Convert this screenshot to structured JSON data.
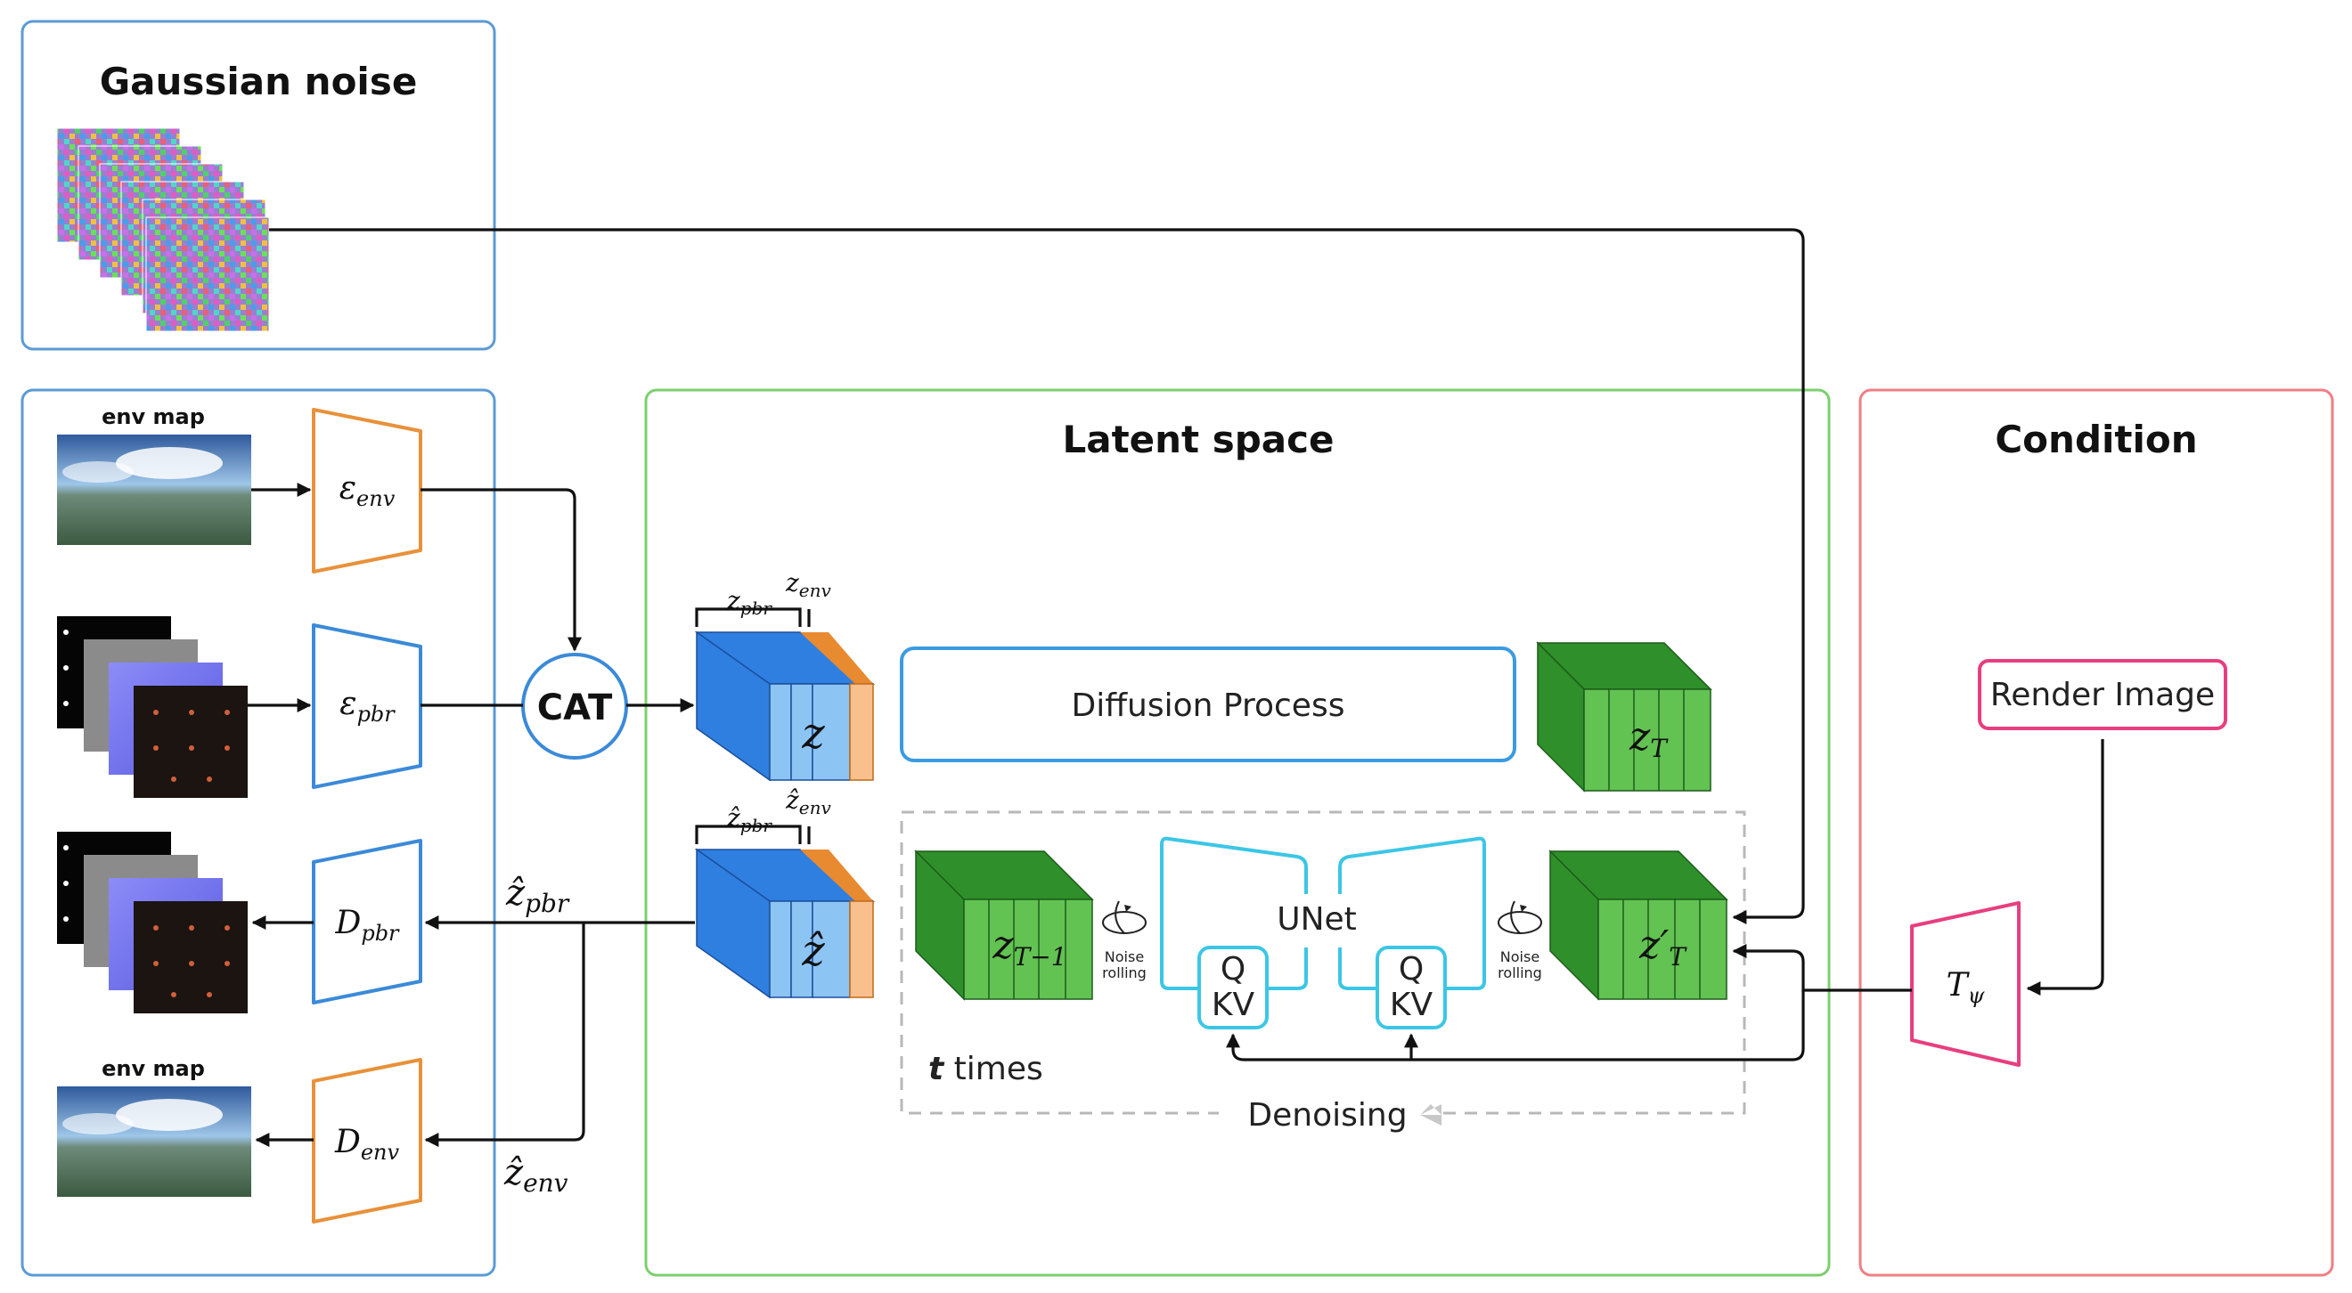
{
  "panels": {
    "gaussian_noise_title": "Gaussian noise",
    "latent_space_title": "Latent space",
    "condition_title": "Condition"
  },
  "inputs": {
    "env_map_top": "env map",
    "env_map_bottom": "env map"
  },
  "encoders": {
    "enc_env": {
      "main": "ε",
      "sub": "env"
    },
    "enc_pbr": {
      "main": "ε",
      "sub": "pbr"
    },
    "dec_pbr": {
      "main": "D",
      "sub": "pbr"
    },
    "dec_env": {
      "main": "D",
      "sub": "env"
    }
  },
  "cat_label": "CAT",
  "latents": {
    "z_pbr": {
      "main": "z",
      "sub": "pbr"
    },
    "z_env": {
      "main": "z",
      "sub": "env"
    },
    "z": "z",
    "zhat_pbr": {
      "main": "ẑ",
      "sub": "pbr"
    },
    "zhat_env": {
      "main": "ẑ",
      "sub": "env"
    },
    "zhat": "ẑ",
    "zhat_pbr_out": {
      "main": "ẑ",
      "sub": "pbr"
    },
    "zhat_env_out": {
      "main": "ẑ",
      "sub": "env"
    }
  },
  "diffusion_process": "Diffusion Process",
  "z_T": {
    "main": "z",
    "sub": "T"
  },
  "z_T_minus_1": {
    "main": "z",
    "sub": "T−1"
  },
  "z_T_prime": {
    "main": "z′",
    "sub": "T"
  },
  "unet_label": "UNet",
  "qkv_left": {
    "q": "Q",
    "kv": "KV"
  },
  "qkv_right": {
    "q": "Q",
    "kv": "KV"
  },
  "noise_rolling_left": [
    "Noise",
    "rolling"
  ],
  "noise_rolling_right": [
    "Noise",
    "rolling"
  ],
  "t_times": {
    "t": "t",
    "rest": " times"
  },
  "denoising": "Denoising",
  "render_image": "Render Image",
  "t_psi": {
    "main": "T",
    "sub": "ψ"
  },
  "colors": {
    "blue_panel": "#5b9bd5",
    "green_panel": "#7ccf6e",
    "red_panel": "#ef7f83",
    "cube_blue_dark": "#2e7fe0",
    "cube_blue_light": "#8cc4f4",
    "cube_orange": "#e88a30",
    "cube_orange_light": "#f9c08e",
    "cube_green_dark": "#2f8f2a",
    "cube_green": "#62c252",
    "unet_cyan": "#3cc6e6",
    "render_pink": "#e83e7f",
    "encoder_orange": "#e8913a",
    "encoder_blue": "#3b8ad8"
  }
}
